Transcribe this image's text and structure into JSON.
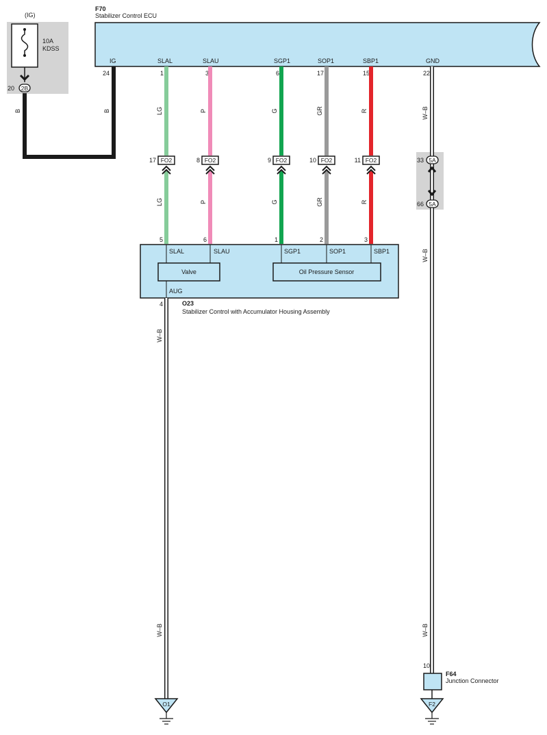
{
  "ecu": {
    "code": "F70",
    "name": "Stabilizer Control ECU",
    "terminals": [
      {
        "name": "IG",
        "pin": "24"
      },
      {
        "name": "SLAL",
        "pin": "1"
      },
      {
        "name": "SLAU",
        "pin": "3"
      },
      {
        "name": "SGP1",
        "pin": "6"
      },
      {
        "name": "SOP1",
        "pin": "17"
      },
      {
        "name": "SBP1",
        "pin": "15"
      },
      {
        "name": "GND",
        "pin": "22"
      }
    ]
  },
  "fuse": {
    "source": "(IG)",
    "rating": "10A",
    "name": "KDSS",
    "pin": "20",
    "connector": "2B"
  },
  "wires": {
    "ig_color": "B",
    "gnd_color": "W–B",
    "signals": [
      {
        "code": "LG",
        "hex": "#86cc9a"
      },
      {
        "code": "P",
        "hex": "#f08bb8"
      },
      {
        "code": "G",
        "hex": "#12a550"
      },
      {
        "code": "GR",
        "hex": "#9a9a9a"
      },
      {
        "code": "R",
        "hex": "#e3252b"
      }
    ]
  },
  "inline_connectors": [
    {
      "pin": "17",
      "code": "FO2"
    },
    {
      "pin": "8",
      "code": "FO2"
    },
    {
      "pin": "9",
      "code": "FO2"
    },
    {
      "pin": "10",
      "code": "FO2"
    },
    {
      "pin": "11",
      "code": "FO2"
    }
  ],
  "gnd_splice": {
    "top_pin": "33",
    "top_code": "5A",
    "bottom_pin": "66",
    "bottom_code": "5A"
  },
  "assembly": {
    "code": "O23",
    "name": "Stabilizer Control with Accumulator Housing Assembly",
    "terminals": [
      {
        "name": "SLAL",
        "pin": "5"
      },
      {
        "name": "SLAU",
        "pin": "6"
      },
      {
        "name": "SGP1",
        "pin": "1"
      },
      {
        "name": "SOP1",
        "pin": "2"
      },
      {
        "name": "SBP1",
        "pin": "3"
      }
    ],
    "aug": {
      "name": "AUG",
      "pin": "4"
    },
    "valve": "Valve",
    "sensor": "Oil Pressure Sensor"
  },
  "junction": {
    "code": "F64",
    "name": "Junction Connector",
    "pin": "10"
  },
  "grounds": [
    {
      "code": "O1"
    },
    {
      "code": "F2"
    }
  ],
  "colors": {
    "component_fill": "#bfe4f4",
    "gray_region": "#d4d4d4",
    "black_wire": "#1a1a1a"
  }
}
